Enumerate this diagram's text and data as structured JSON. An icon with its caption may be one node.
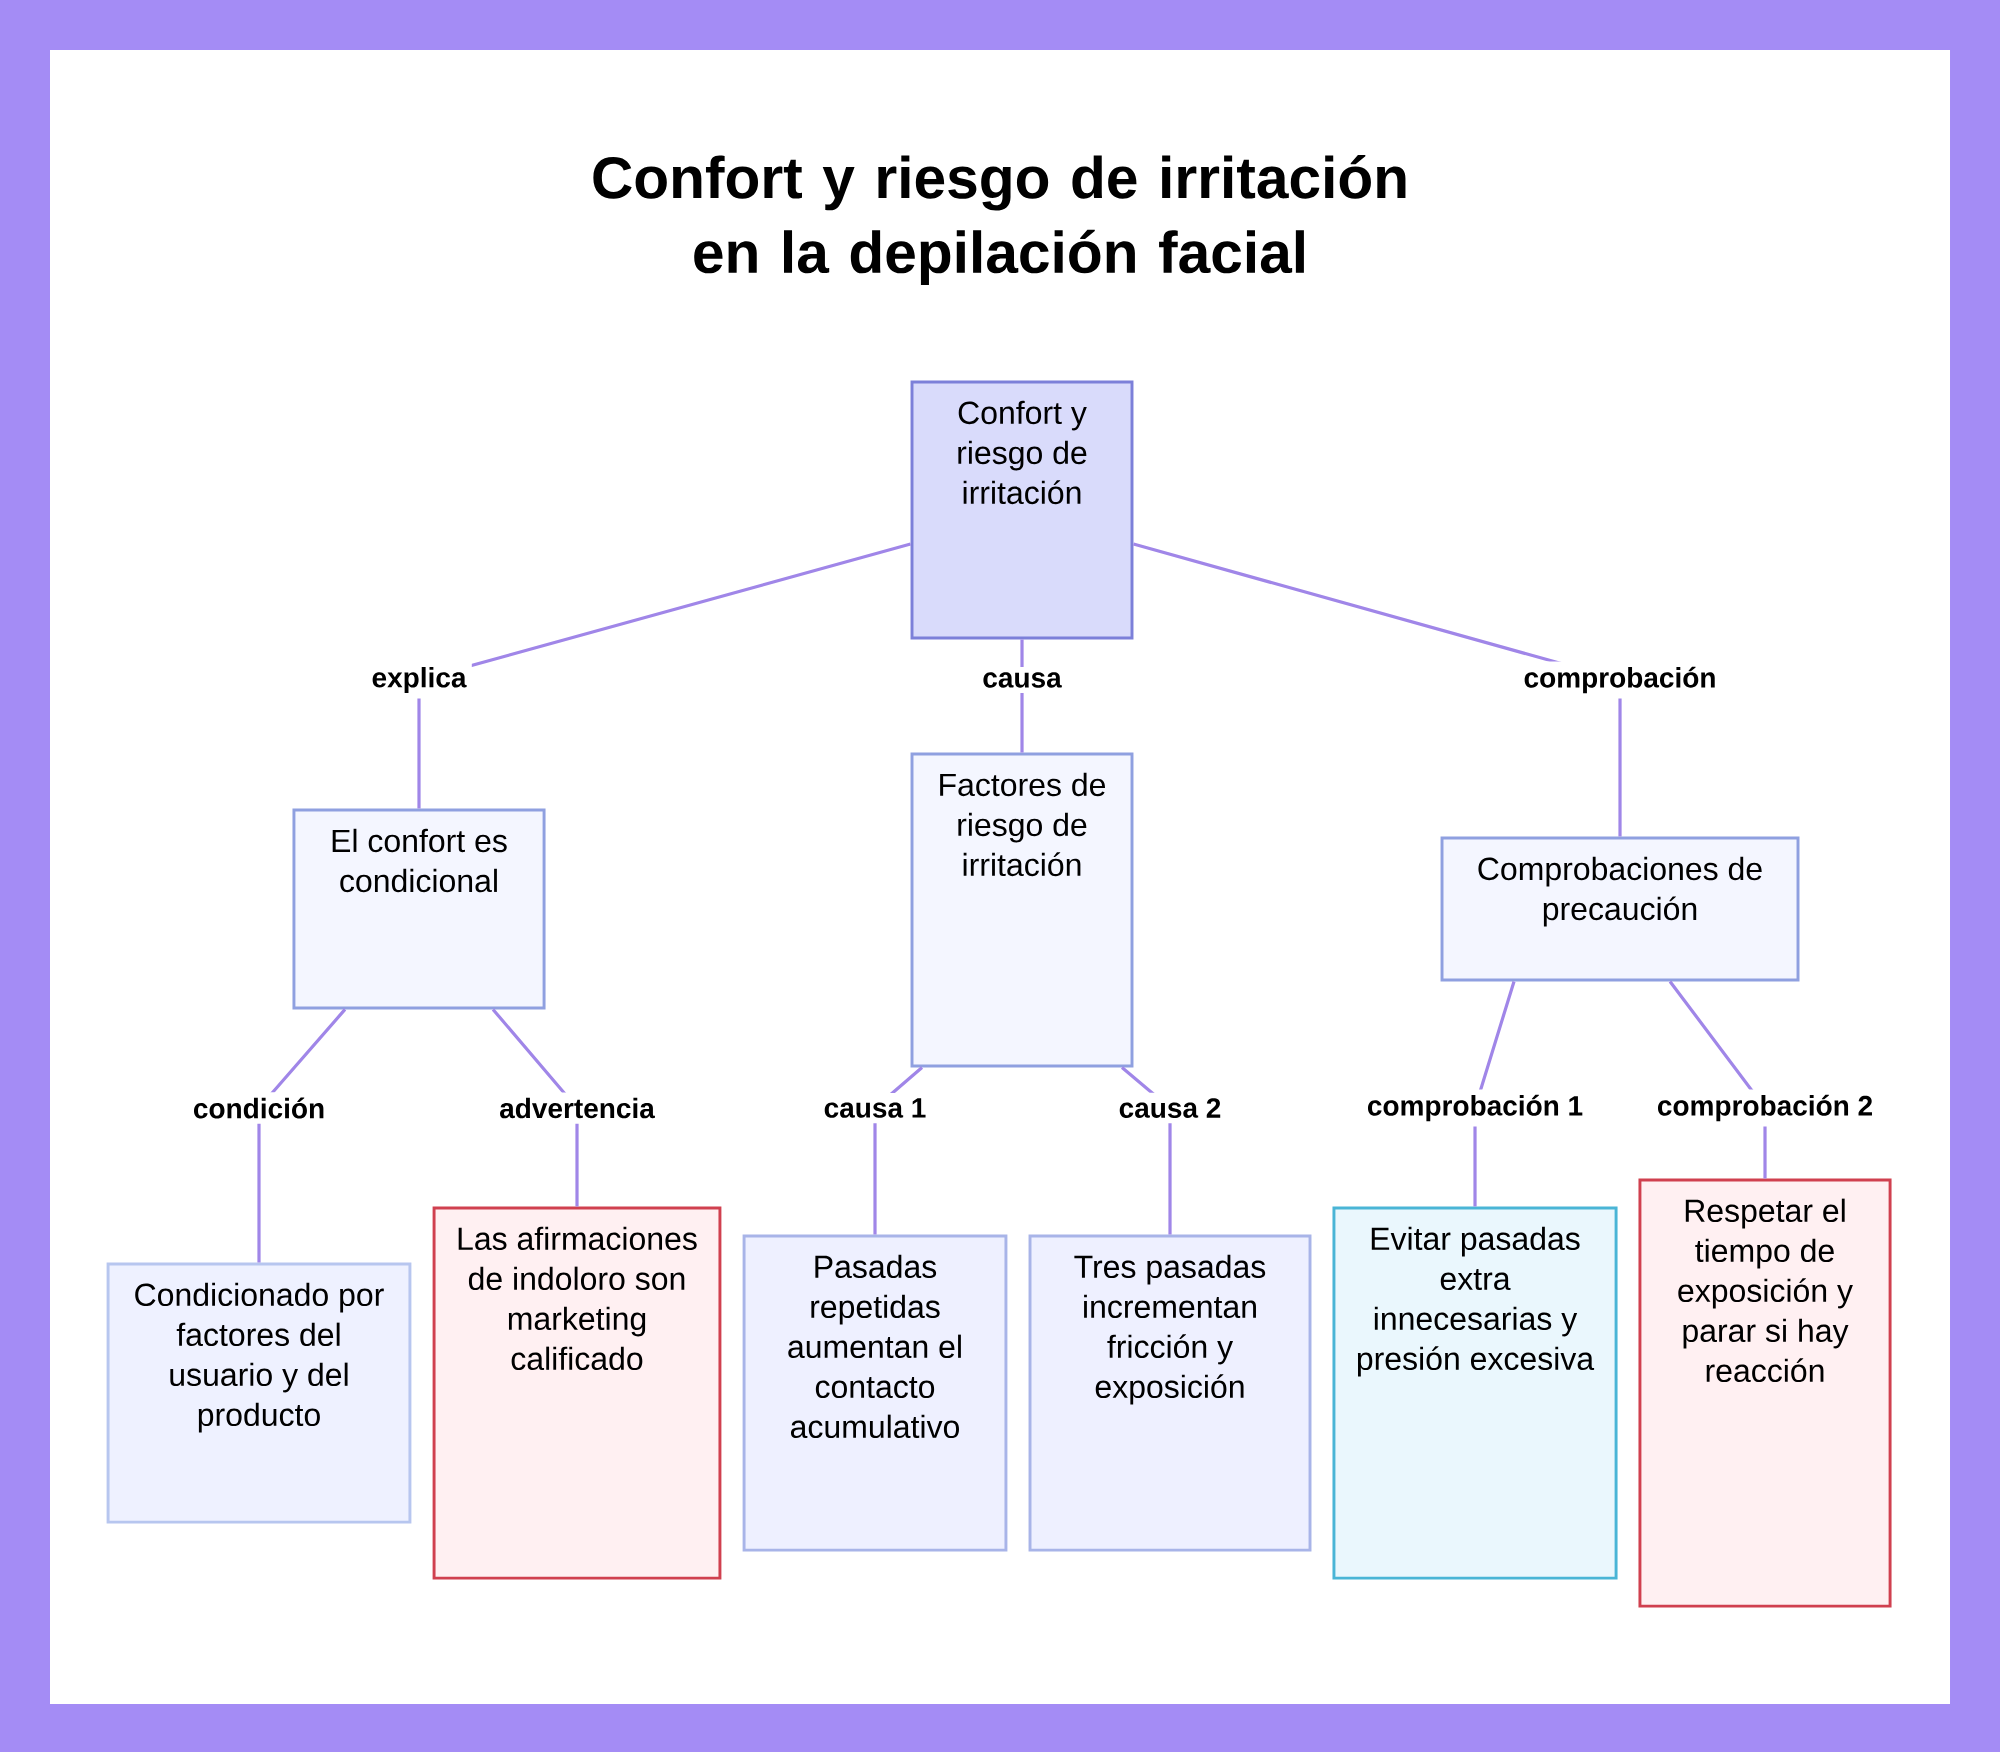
{
  "diagram": {
    "title": "Confort y riesgo de irritación en la depilación facial",
    "nodes": [
      {
        "text": [
          "Confort y riesgo de irritación"
        ]
      },
      {
        "text": [
          "El confort es condicional"
        ]
      },
      {
        "text": [
          "Factores de riesgo de irritación"
        ]
      },
      {
        "text": [
          "Comprobaciones de precaución"
        ]
      },
      {
        "text": [
          "Condicionado por factores del usuario y del producto"
        ]
      },
      {
        "text": [
          "Las afirmaciones de indoloro son marketing calificado"
        ]
      },
      {
        "text": [
          "Pasadas repetidas aumentan el contacto acumulativo"
        ]
      },
      {
        "text": [
          "Tres pasadas incrementan fricción y exposición"
        ]
      },
      {
        "text": [
          "Evitar pasadas extra innecesarias y presión excesiva"
        ]
      },
      {
        "text": [
          "Respetar el tiempo de exposición y parar si hay reacción"
        ]
      }
    ],
    "edges": [
      {
        "from": 0,
        "to": 1,
        "arrow": "none",
        "label": "explica"
      },
      {
        "from": 0,
        "to": 2,
        "arrow": "none",
        "label": "causa"
      },
      {
        "from": 0,
        "to": 3,
        "arrow": "none",
        "label": "comprobación"
      },
      {
        "from": 1,
        "to": 4,
        "arrow": "none",
        "label": "condición"
      },
      {
        "from": 1,
        "to": 5,
        "arrow": "none",
        "label": "advertencia"
      },
      {
        "from": 2,
        "to": 6,
        "arrow": "none",
        "label": "causa 1"
      },
      {
        "from": 2,
        "to": 7,
        "arrow": "none",
        "label": "causa 2"
      },
      {
        "from": 3,
        "to": 8,
        "arrow": "none",
        "label": "comprobación 1"
      },
      {
        "from": 3,
        "to": 9,
        "arrow": "none",
        "label": "comprobación 2"
      }
    ]
  }
}
